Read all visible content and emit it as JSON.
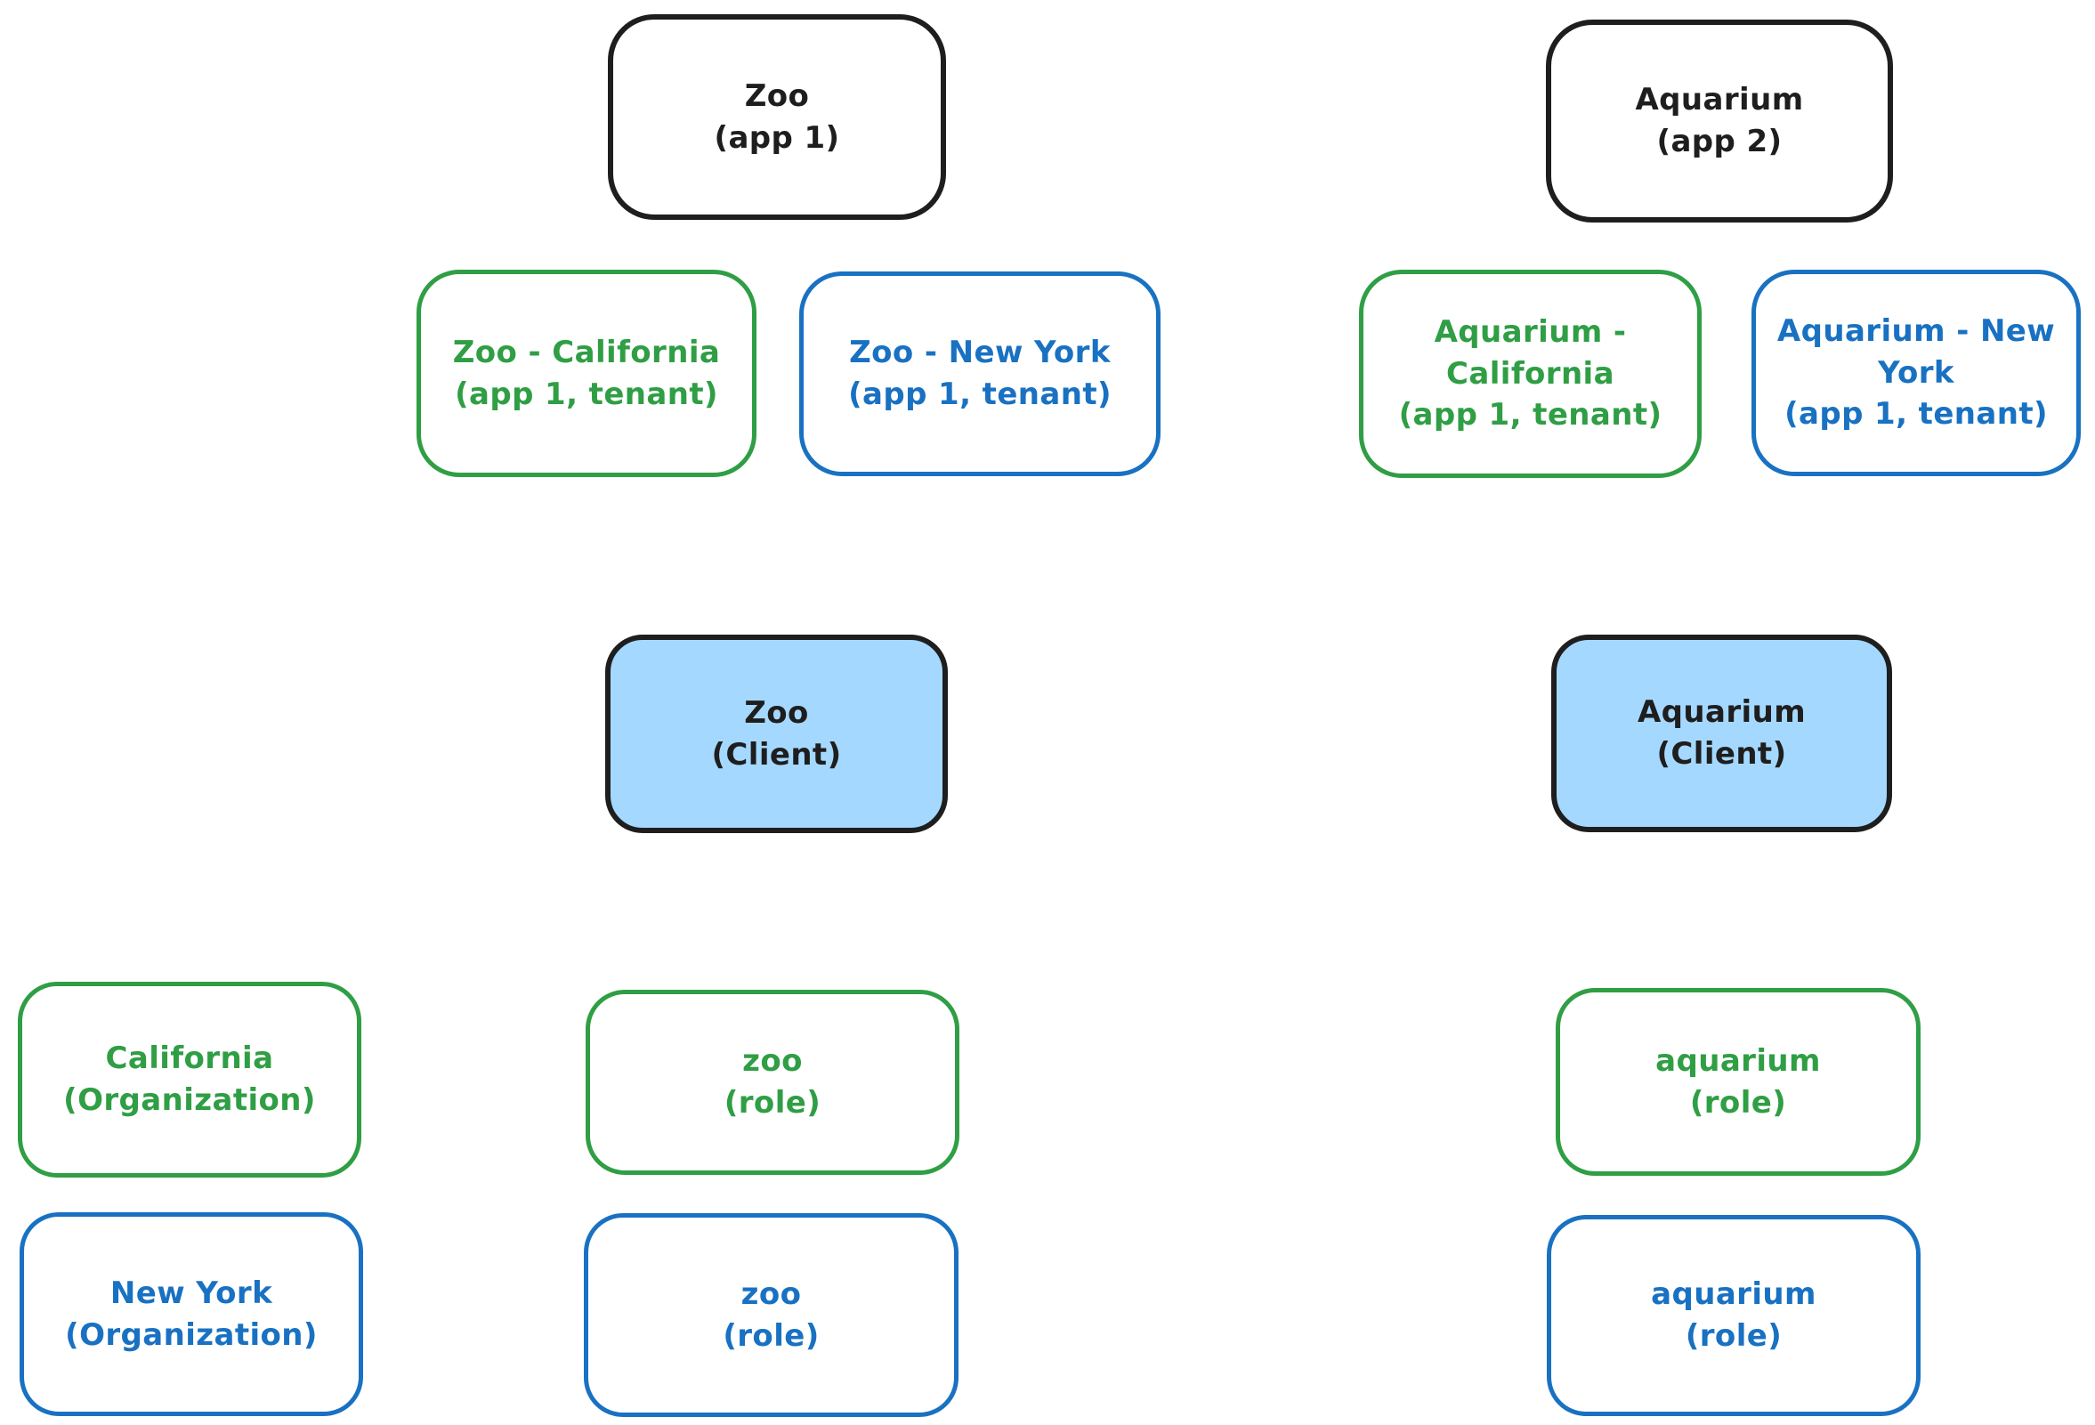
{
  "diagram": {
    "palette": {
      "background": "#ffffff",
      "black": "#1e1e1e",
      "green": "#2f9e44",
      "blue": "#1971c2",
      "client_fill": "#a5d8ff"
    },
    "nodes": [
      {
        "id": "zoo-app-1",
        "color": "black",
        "fill": "none",
        "line1": "Zoo",
        "line2": "(app 1)"
      },
      {
        "id": "aquarium-app-2",
        "color": "black",
        "fill": "none",
        "line1": "Aquarium",
        "line2": "(app 2)"
      },
      {
        "id": "zoo-california-tenant",
        "color": "green",
        "fill": "none",
        "line1": "Zoo - California",
        "line2": "(app 1, tenant)"
      },
      {
        "id": "zoo-new-york-tenant",
        "color": "blue",
        "fill": "none",
        "line1": "Zoo - New York",
        "line2": "(app 1, tenant)"
      },
      {
        "id": "aquarium-california-tenant",
        "color": "green",
        "fill": "none",
        "line1": "Aquarium -",
        "line2": "California",
        "line3": "(app 1, tenant)"
      },
      {
        "id": "aquarium-new-york-tenant",
        "color": "blue",
        "fill": "none",
        "line1": "Aquarium - New",
        "line2": "York",
        "line3": "(app 1, tenant)"
      },
      {
        "id": "zoo-client",
        "color": "black",
        "fill": "client_fill",
        "line1": "Zoo",
        "line2": "(Client)"
      },
      {
        "id": "aquarium-client",
        "color": "black",
        "fill": "client_fill",
        "line1": "Aquarium",
        "line2": "(Client)"
      },
      {
        "id": "california-organization",
        "color": "green",
        "fill": "none",
        "line1": "California",
        "line2": "(Organization)"
      },
      {
        "id": "new-york-organization",
        "color": "blue",
        "fill": "none",
        "line1": "New York",
        "line2": "(Organization)"
      },
      {
        "id": "zoo-role-green",
        "color": "green",
        "fill": "none",
        "line1": "zoo",
        "line2": "(role)"
      },
      {
        "id": "zoo-role-blue",
        "color": "blue",
        "fill": "none",
        "line1": "zoo",
        "line2": "(role)"
      },
      {
        "id": "aquarium-role-green",
        "color": "green",
        "fill": "none",
        "line1": "aquarium",
        "line2": "(role)"
      },
      {
        "id": "aquarium-role-blue",
        "color": "blue",
        "fill": "none",
        "line1": "aquarium",
        "line2": "(role)"
      }
    ]
  }
}
